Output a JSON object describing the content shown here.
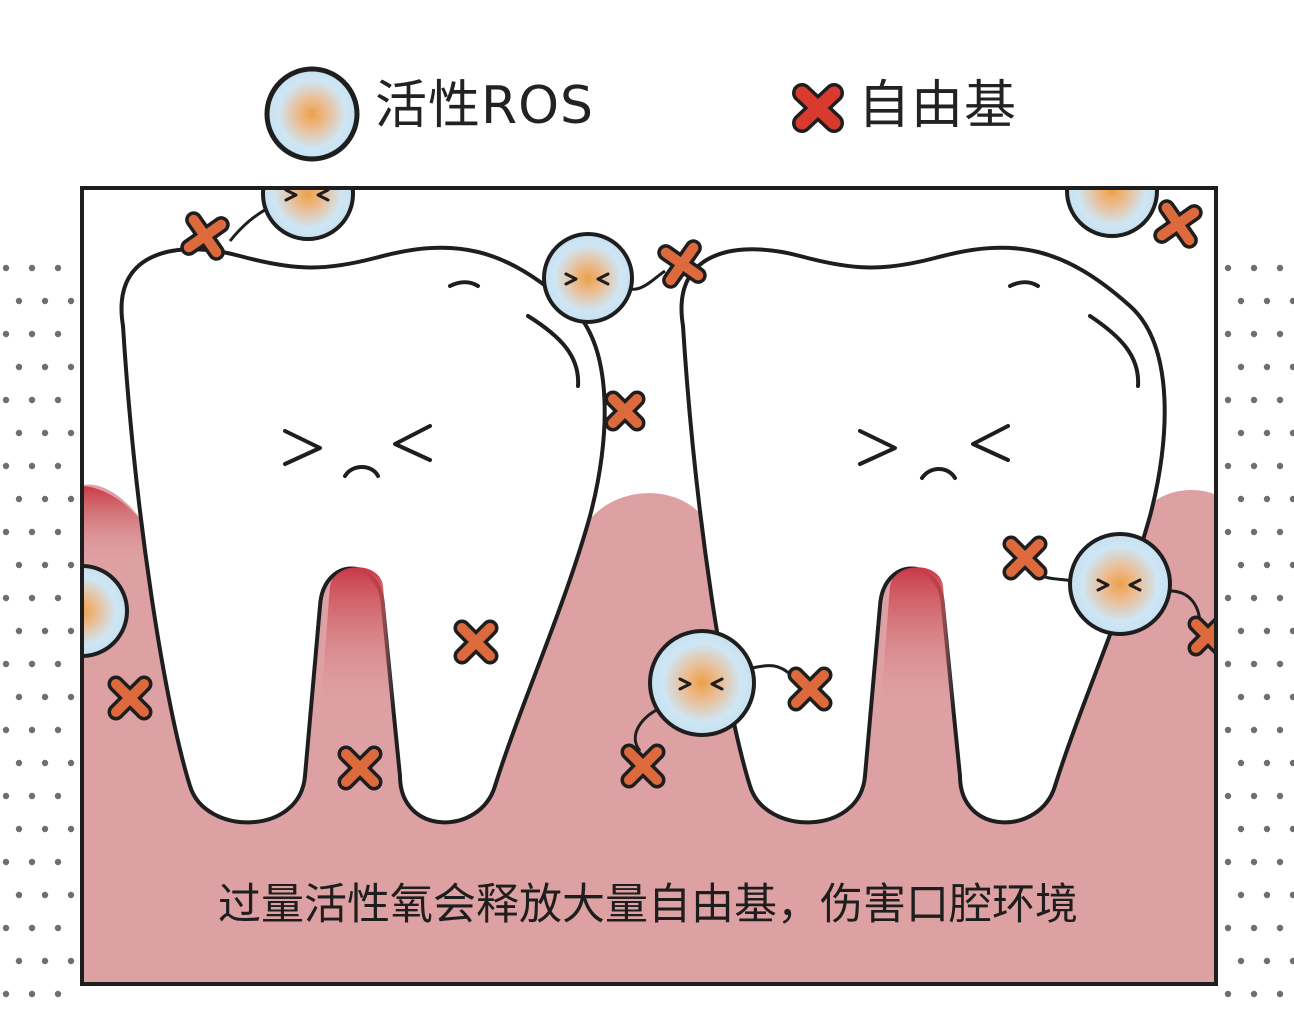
{
  "legend": {
    "ros": {
      "label": "活性ROS",
      "icon": "ros-bubble-icon"
    },
    "free_radical": {
      "label": "自由基",
      "icon": "x-cross-icon"
    }
  },
  "caption": "过量活性氧会释放大量自由基，伤害口腔环境",
  "colors": {
    "gum_light": "#dea1a3",
    "gum_dark": "#c93a46",
    "bubble_fill": "#cfe6f4",
    "bubble_core": "#e9a24a",
    "cross_orange": "#dd6a3c",
    "cross_red": "#d83b2e",
    "outline": "#1e1e1e"
  }
}
